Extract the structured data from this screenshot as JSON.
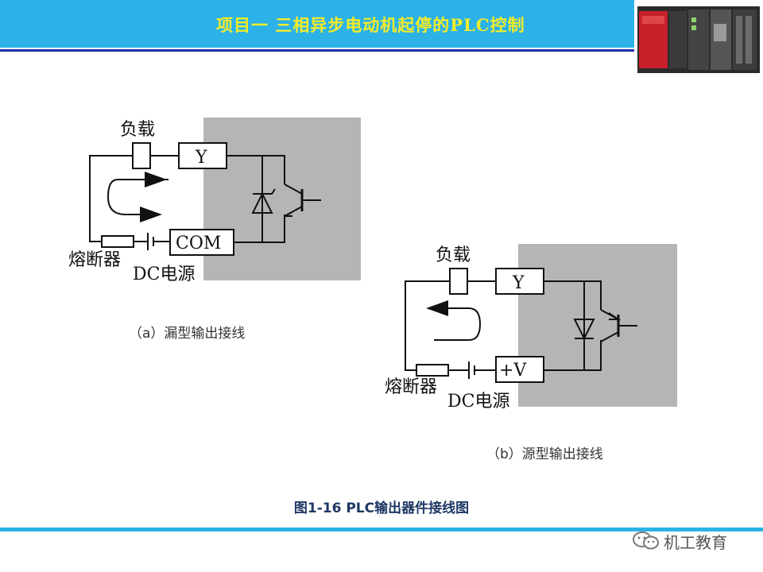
{
  "header": {
    "title": "项目一   三相异步电动机起停的PLC控制"
  },
  "diagram_a": {
    "load_label": "负载",
    "output_label": "Y",
    "common_label": "COM",
    "fuse_label": "熔断器",
    "power_label": "DC电源",
    "caption": "（a）漏型输出接线"
  },
  "diagram_b": {
    "load_label": "负载",
    "output_label": "Y",
    "common_label": "+V",
    "fuse_label": "熔断器",
    "power_label": "DC电源",
    "caption": "（b）源型输出接线"
  },
  "figure_title": "图1-16   PLC输出器件接线图",
  "watermark": {
    "text": "机工教育"
  },
  "colors": {
    "header": "#2cb2e6",
    "title": "#f3ec2a",
    "rule": "#1f2fa8",
    "plc_box": "#b5b5b5"
  }
}
